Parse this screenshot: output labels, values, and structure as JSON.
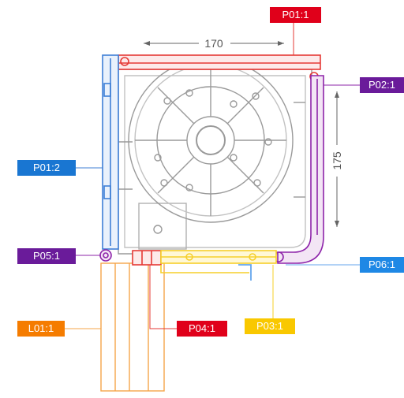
{
  "dimensions": {
    "width": "170",
    "height": "175"
  },
  "labels": {
    "p01_1": {
      "text": "P01:1",
      "color": "#e0001a"
    },
    "p02_1": {
      "text": "P02:1",
      "color": "#6a1b9a"
    },
    "p01_2": {
      "text": "P01:2",
      "color": "#1976d2"
    },
    "p05_1": {
      "text": "P05:1",
      "color": "#6a1b9a"
    },
    "p06_1": {
      "text": "P06:1",
      "color": "#1e88e5"
    },
    "l01_1": {
      "text": "L01:1",
      "color": "#f57c00"
    },
    "p04_1": {
      "text": "P04:1",
      "color": "#e0001a"
    },
    "p03_1": {
      "text": "P03:1",
      "color": "#f9c800"
    }
  }
}
